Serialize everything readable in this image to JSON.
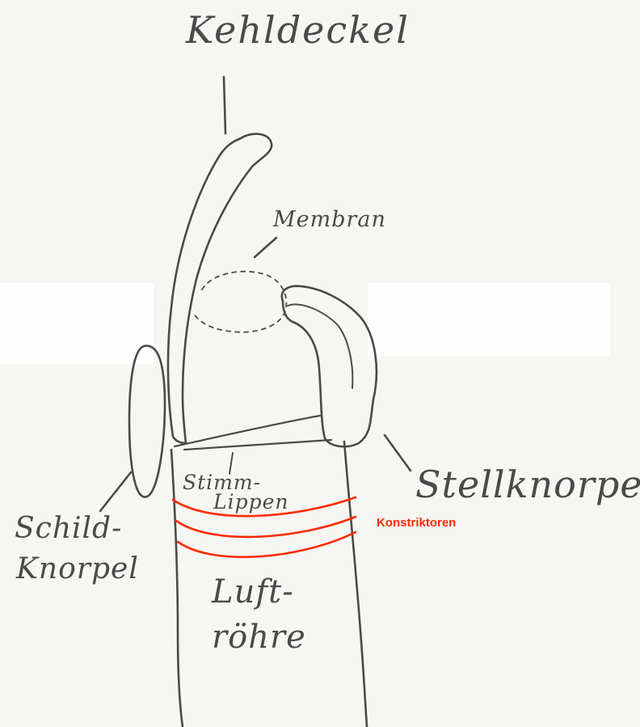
{
  "labels": {
    "kehldeckel": "Kehldeckel",
    "membran": "Membran",
    "stellknorpel": "Stellknorpel",
    "schildknorpel_line1": "Schild-",
    "schildknorpel_line2": "Knorpel",
    "stimmlippen_line1": "Stimm-",
    "stimmlippen_line2": "Lippen",
    "luftroehre_line1": "Luft-",
    "luftroehre_line2": "röhre",
    "konstriktoren": "Konstriktoren"
  },
  "colors": {
    "pencil": "#4a4a4a",
    "paper": "#f6f6f3",
    "constrictor_lines": "#ff2a00"
  }
}
